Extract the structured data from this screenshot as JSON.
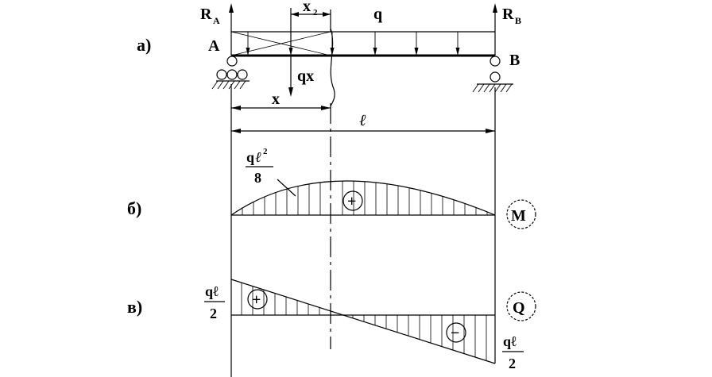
{
  "labels": {
    "part_a": "а)",
    "part_b": "б)",
    "part_v": "в)",
    "RA_main": "R",
    "RA_sub": "A",
    "RB_main": "R",
    "RB_sub": "B",
    "point_A": "A",
    "point_B": "B",
    "x2_main": "x",
    "x2_sub": "2",
    "q": "q",
    "qx": "qx",
    "x": "x",
    "span": "ℓ",
    "moment_num_q": "q",
    "moment_num_l": "ℓ",
    "moment_num_exp": "2",
    "moment_den": "8",
    "shear_left_num": "qℓ",
    "shear_left_den": "2",
    "shear_right_num": "qℓ",
    "shear_right_den": "2",
    "sign_plus_moment": "+",
    "sign_plus_shear": "+",
    "sign_minus_shear": "−",
    "diagram_M": "M",
    "diagram_Q": "Q"
  }
}
